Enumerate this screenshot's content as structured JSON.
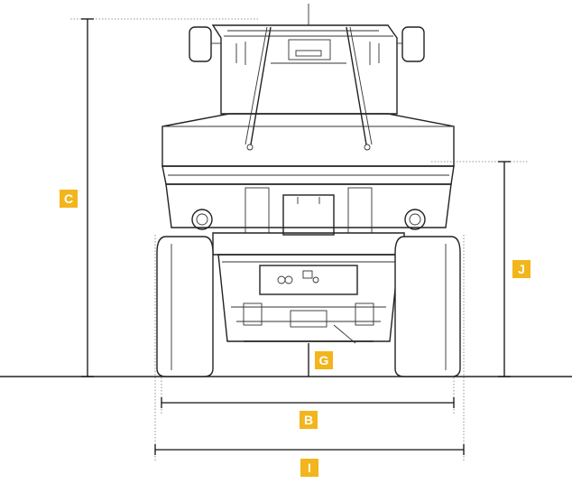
{
  "dimension_labels": {
    "overall_height": "C",
    "wheelbase_width": "B",
    "overall_width": "I",
    "ground_clearance": "G",
    "bucket_height": "J"
  },
  "colors": {
    "badge": "#f2b51c",
    "badge_text": "#ffffff",
    "linework": "#222222"
  }
}
